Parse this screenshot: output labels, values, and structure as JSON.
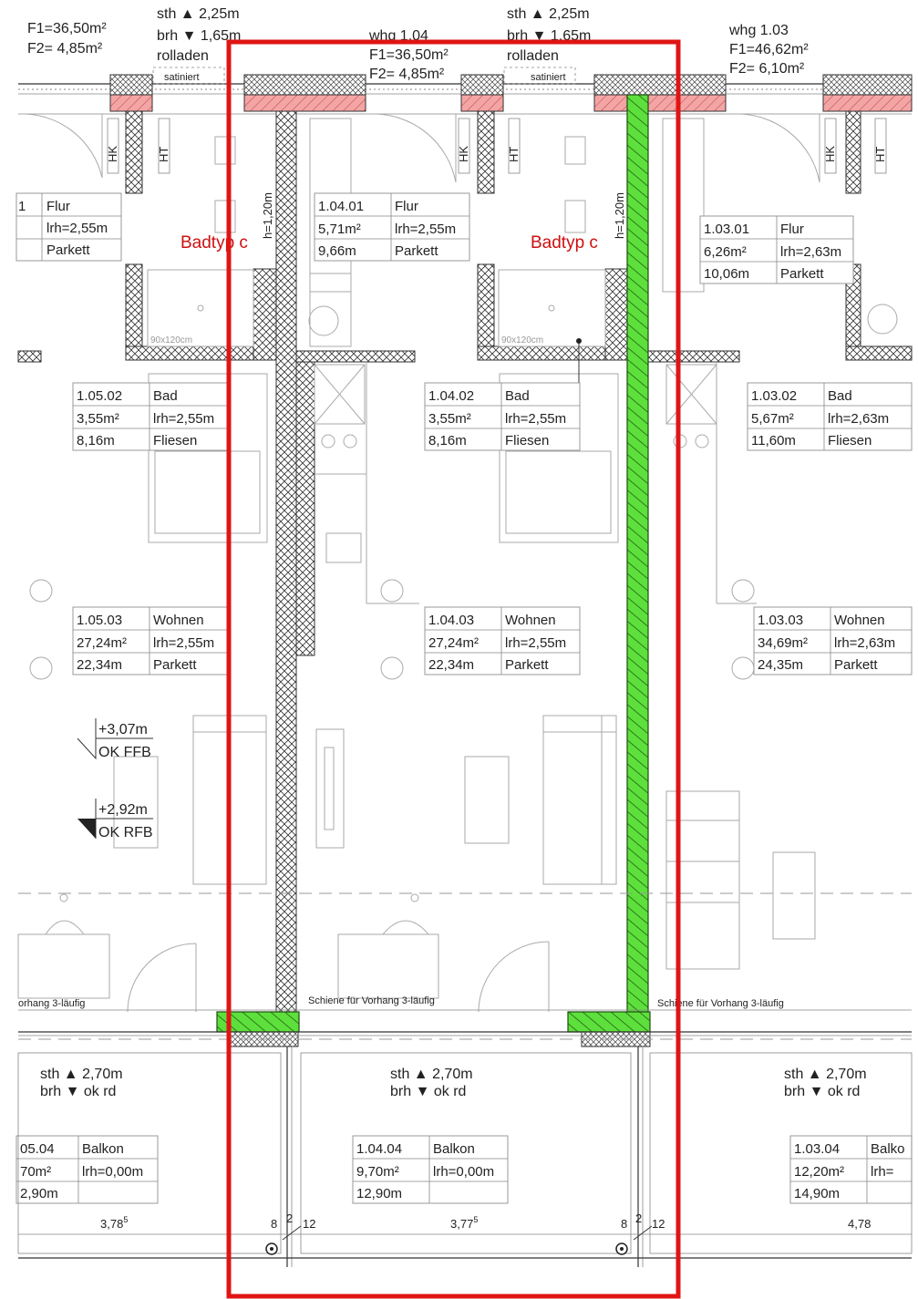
{
  "colors": {
    "highlight_frame": "#e01414",
    "green_wall": "#5ee03c",
    "red_insulation": "#f3a5a5",
    "hatch": "#333333"
  },
  "top_labels": {
    "left": {
      "f1": "F1=36,50m²",
      "f2": "F2= 4,85m²"
    },
    "sth_left": "sth ▲ 2,25m",
    "brh_left": "brh ▼ 1,65m",
    "rolladen_left": "rolladen",
    "whg104": {
      "title": "whg 1.04",
      "f1": "F1=36,50m²",
      "f2": "F2= 4,85m²"
    },
    "sth_mid": "sth ▲ 2,25m",
    "brh_mid": "brh ▼ 1,65m",
    "rolladen_mid": "rolladen",
    "whg103": {
      "title": "whg 1.03",
      "f1": "F1=46,62m²",
      "f2": "F2= 6,10m²"
    },
    "satiniert": "satiniert"
  },
  "markers": {
    "hk": "HK",
    "ht": "HT",
    "h120": "h=1,20m",
    "badtyp": "Badtyp c",
    "shower": "90x120cm"
  },
  "rooms": {
    "flur_left": {
      "num": "1",
      "name": "Flur",
      "area": "",
      "lrh": "lrh=2,55m",
      "perim": "",
      "floor": "Parkett"
    },
    "flur_104": {
      "num": "1.04.01",
      "name": "Flur",
      "area": "5,71m²",
      "lrh": "lrh=2,55m",
      "perim": "9,66m",
      "floor": "Parkett"
    },
    "flur_103": {
      "num": "1.03.01",
      "name": "Flur",
      "area": "6,26m²",
      "lrh": "lrh=2,63m",
      "perim": "10,06m",
      "floor": "Parkett"
    },
    "bad_105": {
      "num": "1.05.02",
      "name": "Bad",
      "area": "3,55m²",
      "lrh": "lrh=2,55m",
      "perim": "8,16m",
      "floor": "Fliesen"
    },
    "bad_104": {
      "num": "1.04.02",
      "name": "Bad",
      "area": "3,55m²",
      "lrh": "lrh=2,55m",
      "perim": "8,16m",
      "floor": "Fliesen"
    },
    "bad_103": {
      "num": "1.03.02",
      "name": "Bad",
      "area": "5,67m²",
      "lrh": "lrh=2,63m",
      "perim": "11,60m",
      "floor": "Fliesen"
    },
    "wohnen_105": {
      "num": "1.05.03",
      "name": "Wohnen",
      "area": "27,24m²",
      "lrh": "lrh=2,55m",
      "perim": "22,34m",
      "floor": "Parkett"
    },
    "wohnen_104": {
      "num": "1.04.03",
      "name": "Wohnen",
      "area": "27,24m²",
      "lrh": "lrh=2,55m",
      "perim": "22,34m",
      "floor": "Parkett"
    },
    "wohnen_103": {
      "num": "1.03.03",
      "name": "Wohnen",
      "area": "34,69m²",
      "lrh": "lrh=2,63m",
      "perim": "24,35m",
      "floor": "Parkett"
    },
    "balkon_105": {
      "num": "05.04",
      "name": "Balkon",
      "area": "70m²",
      "lrh": "lrh=0,00m",
      "perim": "2,90m",
      "floor": ""
    },
    "balkon_104": {
      "num": "1.04.04",
      "name": "Balkon",
      "area": "9,70m²",
      "lrh": "lrh=0,00m",
      "perim": "12,90m",
      "floor": ""
    },
    "balkon_103": {
      "num": "1.03.04",
      "name": "Balko",
      "area": "12,20m²",
      "lrh": "lrh=",
      "perim": "14,90m",
      "floor": ""
    }
  },
  "levels": {
    "ffb_value": "+3,07m",
    "ffb_label": "OK FFB",
    "rfb_value": "+2,92m",
    "rfb_label": "OK RFB"
  },
  "curtain": {
    "left": "orhang 3-läufig",
    "mid": "Schiene für Vorhang 3-läufig",
    "right": "Schiene für Vorhang 3-läufig"
  },
  "balcony_heights": {
    "sth": "sth ▲ 2,70m",
    "brh": "brh ▼ ok rd"
  },
  "dimensions": {
    "d1": "3,78",
    "d1_sup": "5",
    "d2": "3,77",
    "d2_sup": "5",
    "d3": "4,78",
    "n8": "8",
    "n2": "2",
    "n12": "12"
  }
}
